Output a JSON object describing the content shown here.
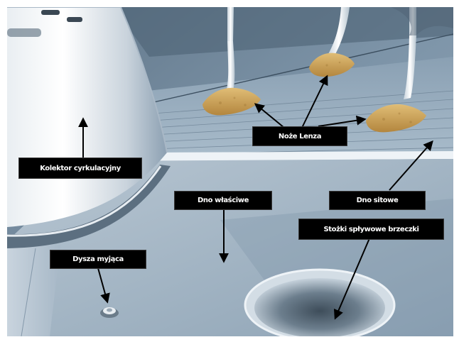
{
  "labels": {
    "noze_lenza": "Noże Lenza",
    "kolektor": "Kolektor cyrkulacyjny",
    "dno_wlasciwe": "Dno właściwe",
    "dno_sitowe": "Dno sitowe",
    "stozki": "Stożki spływowe brzeczki",
    "dysza": "Dysza myjąca"
  },
  "colors": {
    "label_background": "#000000",
    "label_text": "#ffffff",
    "arrow": "#000000",
    "knife_blade": "#c9a15a"
  }
}
